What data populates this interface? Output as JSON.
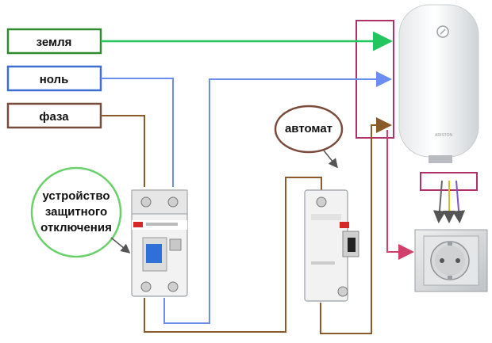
{
  "labels": {
    "earth": "земля",
    "neutral": "ноль",
    "phase": "фаза",
    "breaker": "автомат",
    "rcd_line1": "устройство",
    "rcd_line2": "защитного",
    "rcd_line3": "отключения"
  },
  "colors": {
    "earth": "#22c55e",
    "neutral": "#6b8df0",
    "phase": "#8b5a2b",
    "earth_box": "#2e8b2e",
    "neutral_box": "#3b6fd1",
    "phase_box": "#7a4a3a",
    "heater_box": "#b0306a",
    "socket_wire": "#d0406a",
    "rcd_circle": "#6ad06a",
    "breaker_circle": "#7a4a3a",
    "device_body": "#f2f2f2",
    "device_accent": "#d62828",
    "rcd_lever": "#2f6fd8"
  },
  "icons": {
    "water_heater": "water-heater-icon",
    "socket": "power-socket-icon",
    "rcd": "rcd-device-icon",
    "breaker": "circuit-breaker-icon"
  }
}
